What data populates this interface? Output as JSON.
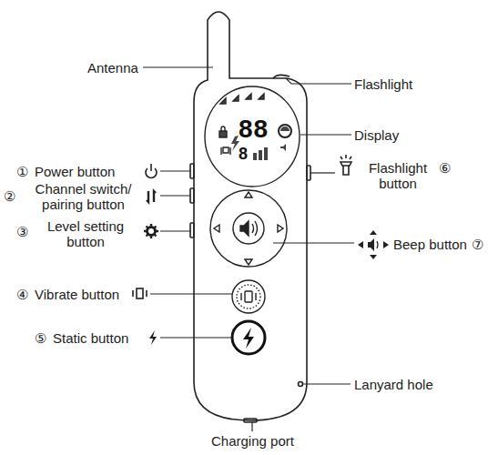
{
  "diagram": {
    "labels": [
      "Antenna",
      "Flashlight",
      "Display",
      "①",
      "Power button",
      "②",
      "Channel switch/ pairing button",
      "③",
      "Level setting button",
      "Flashlight button",
      "⑥",
      "Beep button",
      "⑦",
      "④",
      "Vibrate button",
      "⑤",
      "Static button",
      "Lanyard hole",
      "Charging port",
      "88",
      "8"
    ]
  }
}
